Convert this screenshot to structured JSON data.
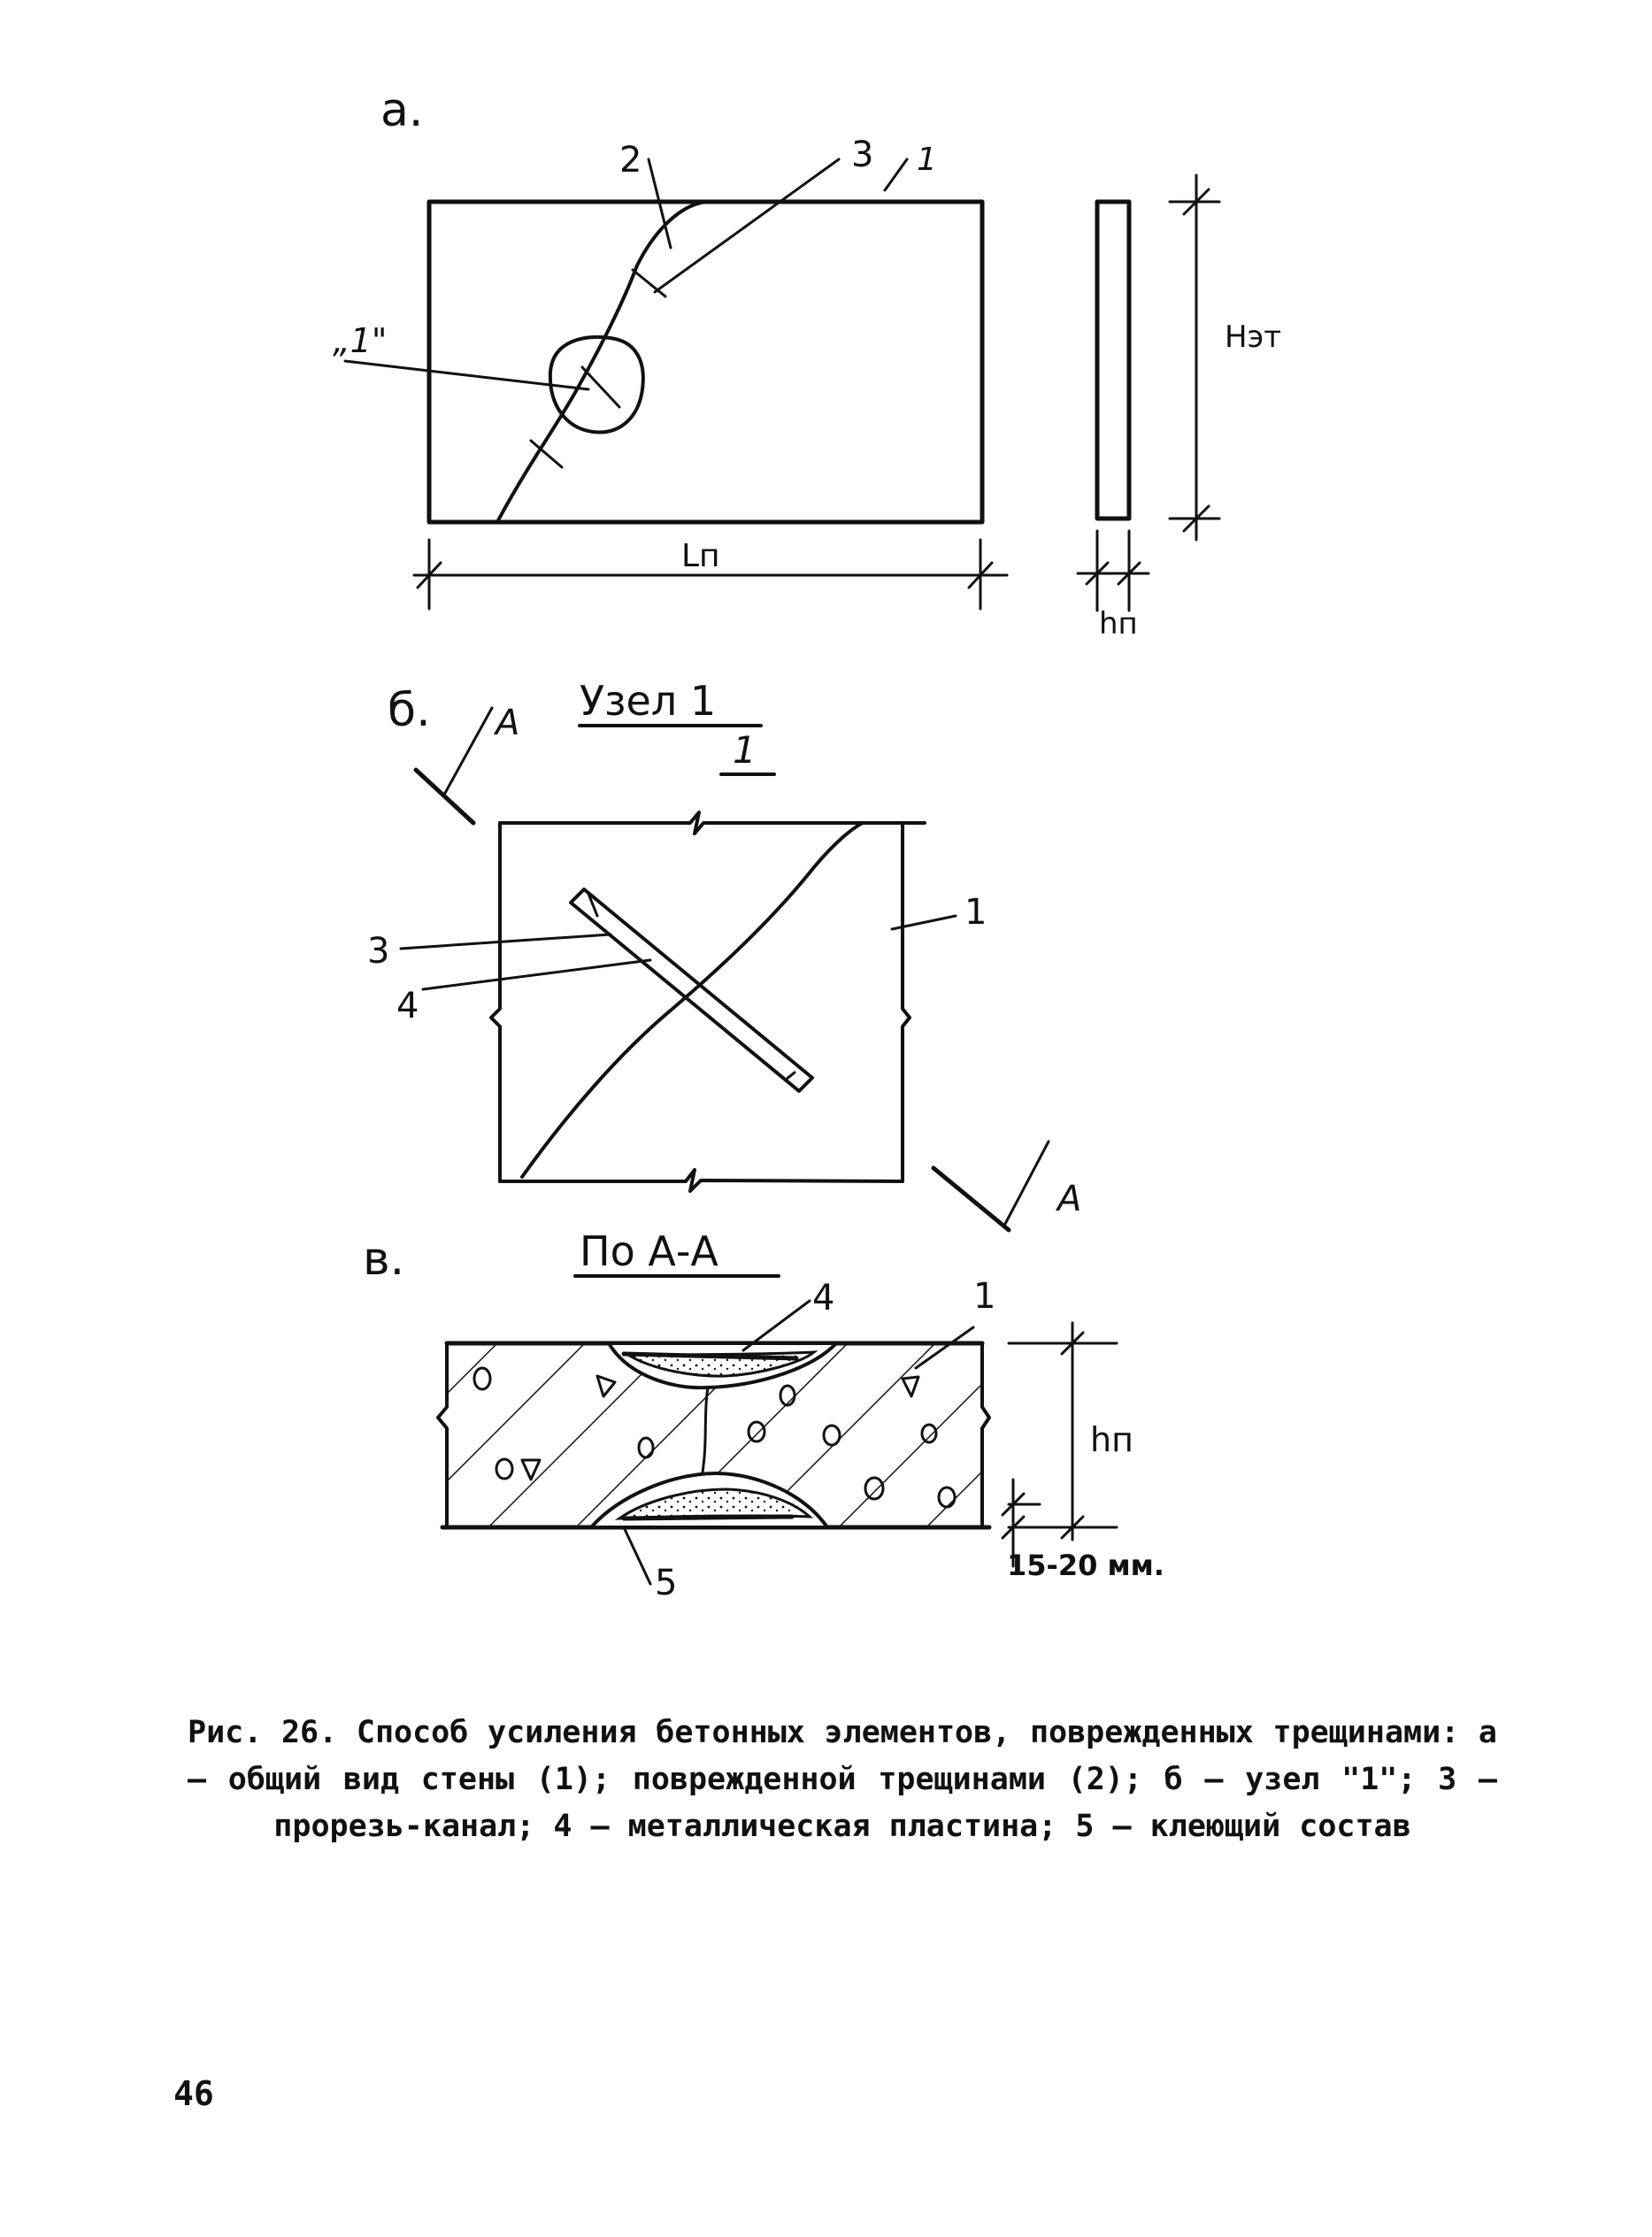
{
  "panels": {
    "a": {
      "letter": "а.",
      "label_1": "1",
      "label_2": "2",
      "label_3": "3",
      "node_label": "„1\"",
      "dim_length": "Lп",
      "dim_height": "Нэт",
      "dim_thickness": "hп"
    },
    "b": {
      "letter": "б.",
      "title": "Узел 1",
      "subtitle": "1",
      "section_mark_top": "А",
      "section_mark_bottom": "А",
      "label_1": "1",
      "label_3": "3",
      "label_4": "4"
    },
    "v": {
      "letter": "в.",
      "title": "По А-А",
      "label_1": "1",
      "label_4": "4",
      "label_5": "5",
      "dim_thickness": "hп",
      "dim_depth": "15-20 мм."
    }
  },
  "caption": "Рис. 26. Способ усиления бетонных элементов, поврежденных трещинами: а – общий вид стены (1); поврежденной трещинами (2); б – узел \"1\"; 3 – прорезь-канал; 4 – металлическая пластина; 5 – клеющий состав",
  "page_number": "46"
}
